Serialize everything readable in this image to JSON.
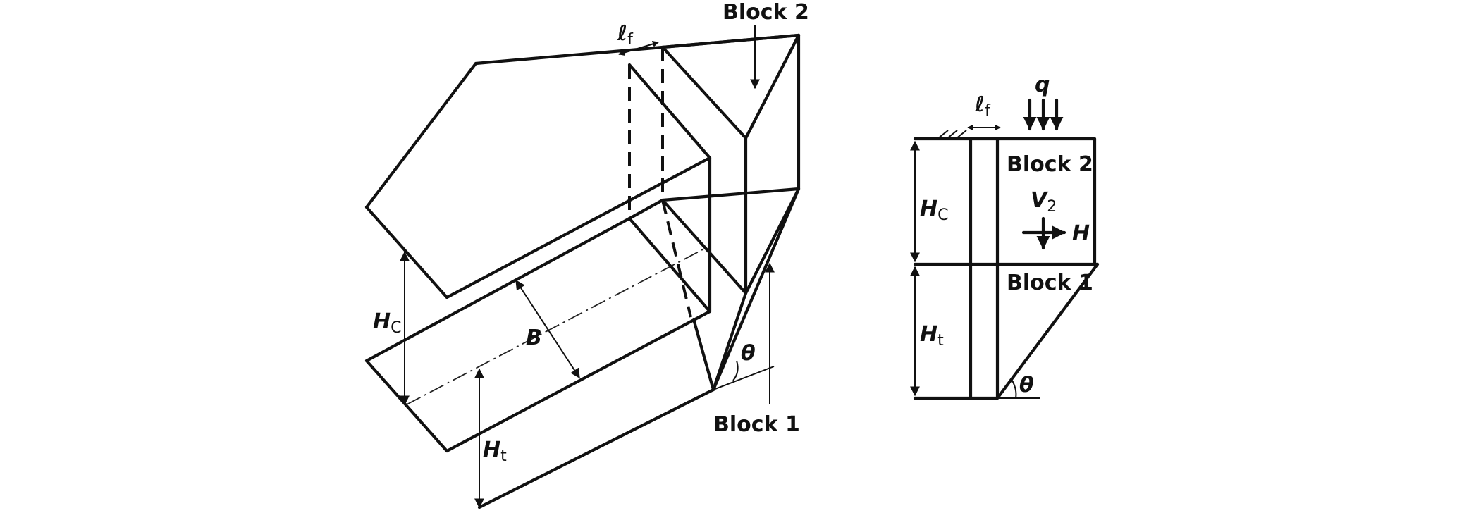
{
  "labels": {
    "block2": "Block 2",
    "block1": "Block 1",
    "b": "B",
    "theta": "θ",
    "q": "q",
    "h": "H",
    "hc_main": "H",
    "hc_sub": "C",
    "ht_main": "H",
    "ht_sub": "t",
    "lf_main": "ℓ",
    "lf_sub": "f",
    "v2_main": "V",
    "v2_sub": "2"
  }
}
